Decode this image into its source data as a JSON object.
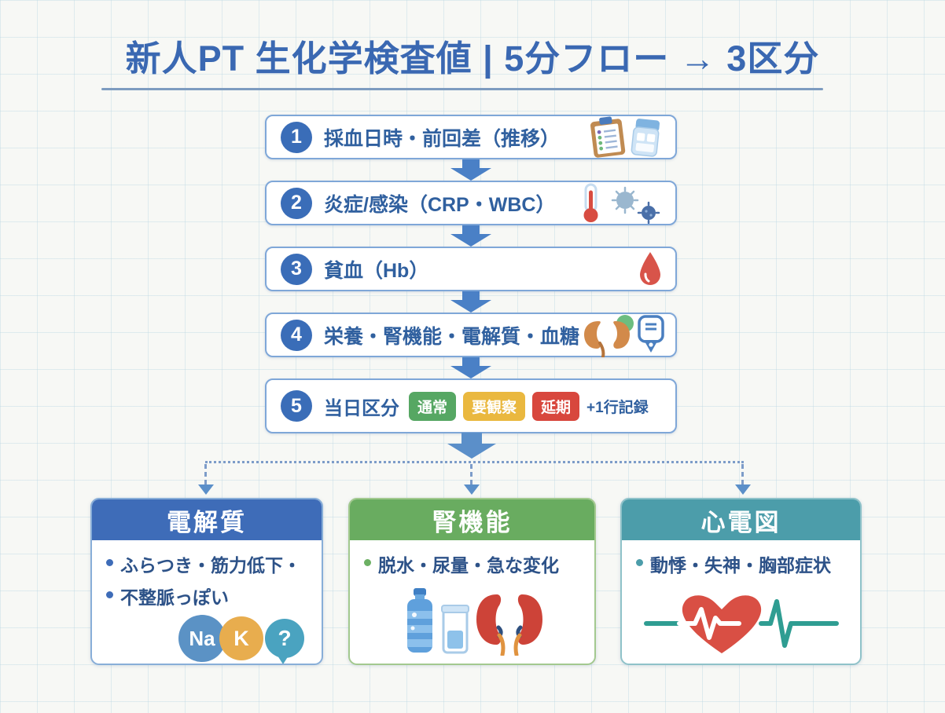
{
  "title": {
    "text": "新人PT 生化学検査値 | 5分フロー → 3区分"
  },
  "flow": {
    "steps": [
      {
        "num": "1",
        "label": "採血日時・前回差（推移）",
        "icons": [
          "clipboard-icon",
          "blood-tube-icon"
        ]
      },
      {
        "num": "2",
        "label": "炎症/感染（CRP・WBC）",
        "icons": [
          "thermometer-icon",
          "virus-icon"
        ]
      },
      {
        "num": "3",
        "label": "貧血（Hb）",
        "icons": [
          "blood-drop-icon"
        ]
      },
      {
        "num": "4",
        "label": "栄養・腎機能・電解質・血糖",
        "icons": [
          "kidney-icon",
          "glucose-meter-icon"
        ]
      },
      {
        "num": "5",
        "label": "当日区分",
        "badges": [
          {
            "text": "通常",
            "color": "#56a763"
          },
          {
            "text": "要観察",
            "color": "#eab83f"
          },
          {
            "text": "延期",
            "color": "#d8473d"
          }
        ],
        "suffix": "+1行記録"
      }
    ]
  },
  "categories": [
    {
      "title": "電解質",
      "bullets": [
        "ふらつき・筋力低下・",
        "不整脈っぽい"
      ],
      "chips": [
        "Na",
        "K",
        "?"
      ],
      "icons": [
        "na-chip-icon",
        "k-chip-icon",
        "question-bubble-icon"
      ],
      "accent": "#3e6cb8"
    },
    {
      "title": "腎機能",
      "bullets": [
        "脱水・尿量・急な変化"
      ],
      "icons": [
        "water-bottle-icon",
        "measuring-cup-icon",
        "kidneys-icon"
      ],
      "accent": "#69ac60"
    },
    {
      "title": "心電図",
      "bullets": [
        "動悸・失神・胸部症状"
      ],
      "icons": [
        "heart-ecg-icon"
      ],
      "accent": "#4c9daa"
    }
  ],
  "colors": {
    "title": "#3a68b2",
    "step_border": "#7fa7d8",
    "number_circle": "#3a6db8",
    "arrow": "#4a80c6",
    "badge_green": "#56a763",
    "badge_yellow": "#eab83f",
    "badge_red": "#d8473d",
    "na_chip": "#5b92c5",
    "k_chip": "#e8ad4e",
    "question_chip": "#4aa3c0"
  }
}
